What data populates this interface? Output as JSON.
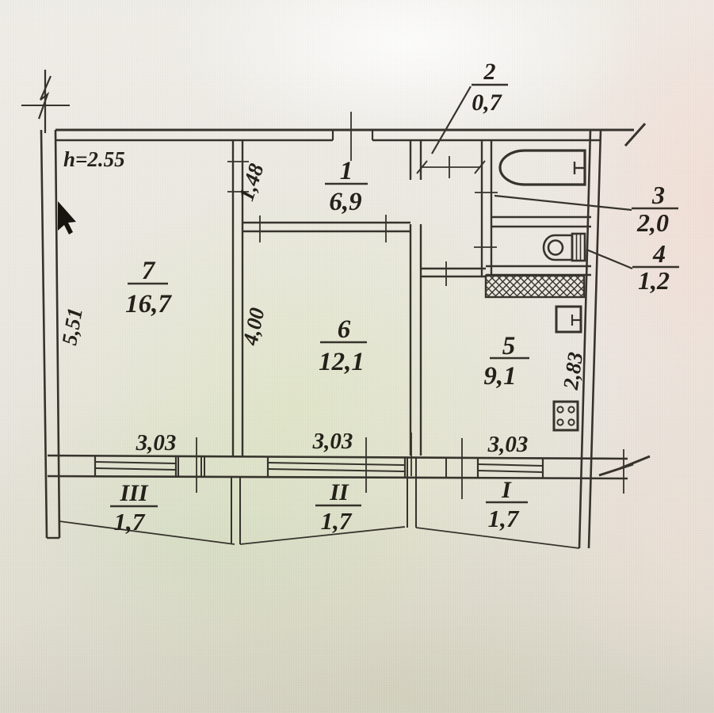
{
  "plan": {
    "type": "apartment floor plan (technical passport drawing)",
    "ceiling_height_note": "h=2.55"
  },
  "rooms": {
    "hallway": {
      "number": "1",
      "area": "6,9"
    },
    "closet": {
      "number": "2",
      "area": "0,7"
    },
    "bathroom": {
      "number": "3",
      "area": "2,0"
    },
    "wc": {
      "number": "4",
      "area": "1,2"
    },
    "kitchen": {
      "number": "5",
      "area": "9,1"
    },
    "room_6": {
      "number": "6",
      "area": "12,1"
    },
    "room_7": {
      "number": "7",
      "area": "16,7"
    }
  },
  "balconies": {
    "balcony_I": {
      "number": "I",
      "area": "1,7"
    },
    "balcony_II": {
      "number": "II",
      "area": "1,7"
    },
    "balcony_III": {
      "number": "III",
      "area": "1,7"
    }
  },
  "dimensions": {
    "ceiling_height": "h=2.55",
    "room_7_depth": "5,51",
    "room_7_width": "3,03",
    "hallway_depth": "1,48",
    "room_6_depth": "4,00",
    "room_6_width": "3,03",
    "kitchen_depth": "2,83",
    "kitchen_width": "3,03"
  },
  "colors": {
    "ink": "#36332c",
    "ink_text": "#24211a",
    "paper": "#eae7df"
  }
}
